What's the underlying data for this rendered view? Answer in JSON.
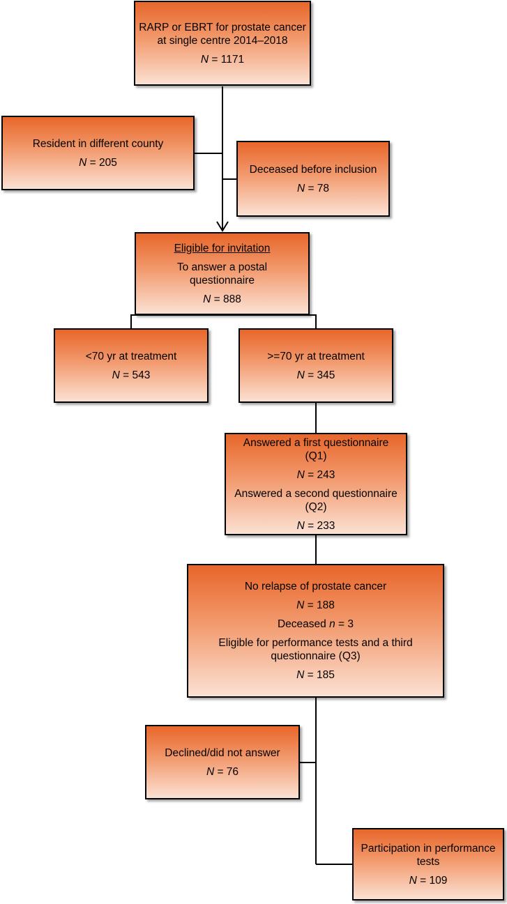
{
  "boxes": {
    "start": {
      "line1": "RARP or EBRT for prostate cancer",
      "line2": "at single centre 2014–2018",
      "n_symbol": "N",
      "n_value": " = 1171"
    },
    "resident": {
      "label": "Resident in different county",
      "n_symbol": "N",
      "n_value": " = 205"
    },
    "deceased_before": {
      "label": "Deceased before inclusion",
      "n_symbol": "N",
      "n_value": " = 78"
    },
    "eligible": {
      "title": "Eligible for invitation",
      "line1": "To answer a postal",
      "line2": "questionnaire",
      "n_symbol": "N",
      "n_value": " = 888"
    },
    "under70": {
      "label": "<70 yr at treatment",
      "n_symbol": "N",
      "n_value": " = 543"
    },
    "over70": {
      "label": ">=70 yr at treatment",
      "n_symbol": "N",
      "n_value": " = 345"
    },
    "answered": {
      "q1_line1": "Answered a first questionnaire",
      "q1_line2": "(Q1)",
      "q1_n_symbol": "N",
      "q1_n_value": " = 243",
      "q2_line1": "Answered a second questionnaire",
      "q2_line2": "(Q2)",
      "q2_n_symbol": "N",
      "q2_n_value": " = 233"
    },
    "no_relapse": {
      "title": "No relapse of prostate cancer",
      "n1_symbol": "N",
      "n1_value": " = 188",
      "deceased_label": "Deceased ",
      "deceased_symbol": "n",
      "deceased_value": " = 3",
      "eligible_line1": "Eligible for performance tests and a third",
      "eligible_line2": "questionnaire (Q3)",
      "n2_symbol": "N",
      "n2_value": " = 185"
    },
    "declined": {
      "label": "Declined/did not answer",
      "n_symbol": "N",
      "n_value": " = 76"
    },
    "participation": {
      "line1": "Participation in performance",
      "line2": "tests",
      "n_symbol": "N",
      "n_value": " = 109"
    }
  }
}
